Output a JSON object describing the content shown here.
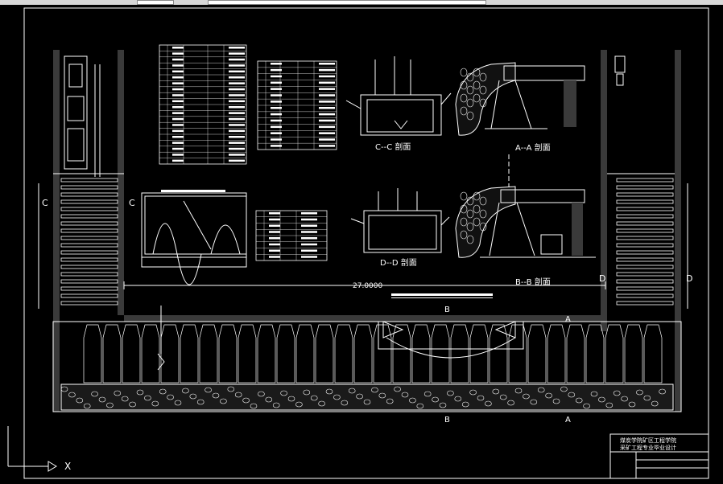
{
  "drawing": {
    "sections": {
      "cc": "C--C 剖面",
      "aa": "A--A 剖面",
      "dd": "D--D 剖面",
      "bb": "B--B 剖面"
    },
    "dimension": "27.0000",
    "markers": {
      "c_left": "C",
      "c_right": "C",
      "d_left": "D",
      "d_right": "D",
      "b_top": "B",
      "b_bottom": "B",
      "a_top": "A",
      "a_bottom": "A"
    },
    "axis": {
      "x_label": "X"
    },
    "title_block": {
      "line1": "煤炭学院矿区工程学院",
      "line2": "采矿工程专业毕业设计"
    }
  },
  "colors": {
    "background": "#000000",
    "stroke": "#ffffff",
    "gray": "#bfbfbf",
    "dark_fill": "#3a3a3a"
  }
}
